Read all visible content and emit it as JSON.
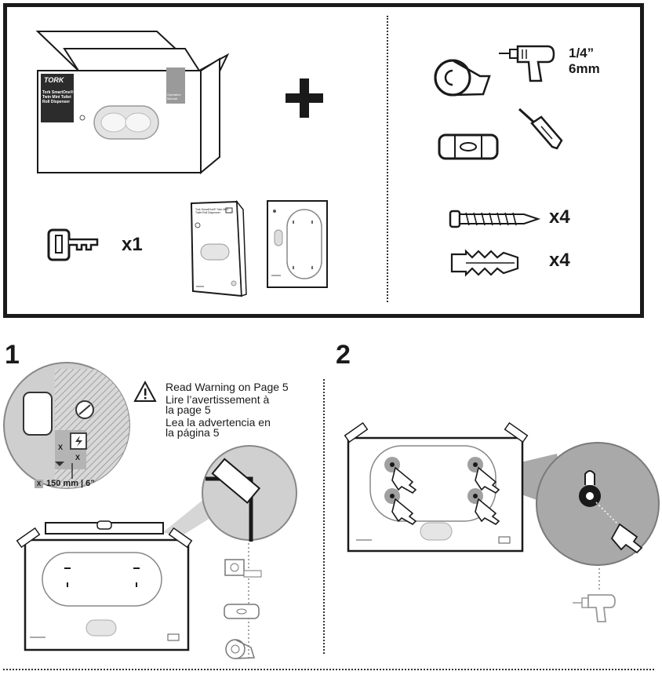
{
  "kit": {
    "brand": "TORK",
    "product_label_lines": [
      "Tork SmartOne®",
      "Twin Mini Toilet",
      "Roll Dispenser"
    ],
    "side_label_lines": [
      "Operation",
      "Manual"
    ],
    "key_qty": "x1",
    "booklet_title": "Tork SmartOne® Twin Mini Toilet Roll Dispenser"
  },
  "tools": {
    "drill_size_1": "1/4”",
    "drill_size_2": "6mm",
    "screw_qty": "x4",
    "anchor_qty": "x4"
  },
  "step1": {
    "number": "1",
    "warnings": [
      "Read Warning on Page 5",
      "Lire l’avertissement à",
      "la page 5",
      "Lea la advertencia en",
      "la página 5"
    ],
    "clearance_label": "150 mm | 6”",
    "x_marks": [
      "X",
      "X",
      "X"
    ]
  },
  "step2": {
    "number": "2"
  },
  "icons": [
    "plus-icon",
    "tape-icon",
    "drill-icon",
    "level-icon",
    "screwdriver-icon",
    "key-icon",
    "screw-icon",
    "wall-anchor-icon",
    "warning-icon"
  ]
}
